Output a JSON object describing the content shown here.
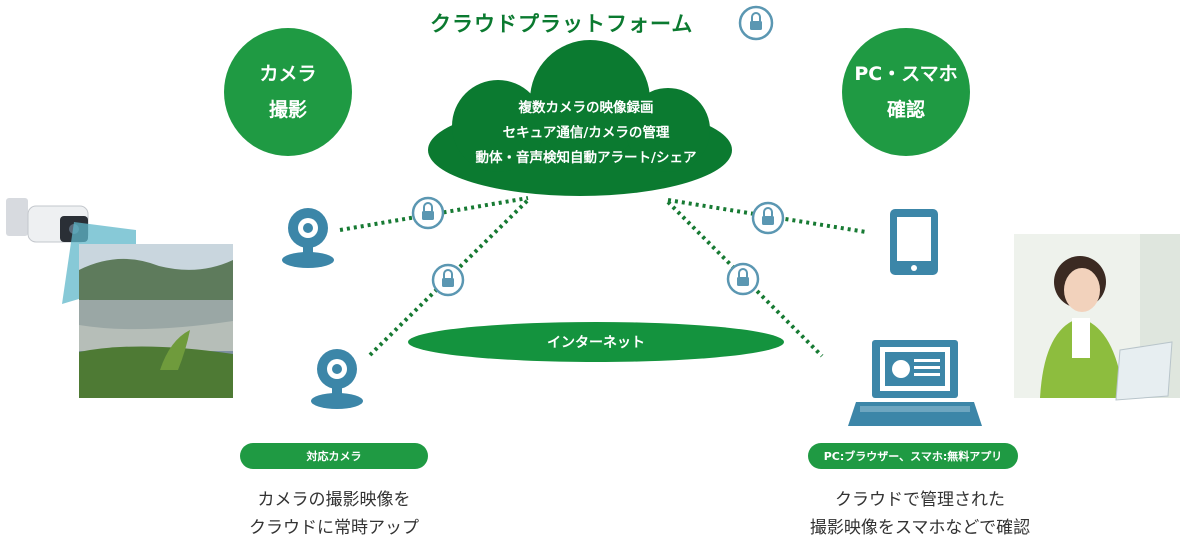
{
  "header": {
    "title": "クラウドプラットフォーム"
  },
  "camera_circle": {
    "line1": "カメラ",
    "line2": "撮影"
  },
  "pc_circle": {
    "line1": "PC・スマホ",
    "line2": "確認"
  },
  "cloud": {
    "lines": [
      "複数カメラの映像録画",
      "セキュア通信/カメラの管理",
      "動体・音声検知自動アラート/シェア"
    ]
  },
  "network": {
    "label": "インターネット"
  },
  "left_pill": {
    "label": "対応カメラ"
  },
  "right_pill": {
    "label": "PC:ブラウザー、スマホ:無料アプリ"
  },
  "left_caption": {
    "line1": "カメラの撮影映像を",
    "line2": "クラウドに常時アップ"
  },
  "right_caption": {
    "line1": "クラウドで管理された",
    "line2": "撮影映像をスマホなどで確認"
  },
  "icons": [
    "lock-icon",
    "webcam-icon",
    "tablet-icon",
    "laptop-icon",
    "security-camera-icon"
  ],
  "colors": {
    "primary_green": "#1f9a43",
    "dark_green": "#0b7a30",
    "icon_blue": "#3c86a8",
    "lock_ring": "#5b97b2"
  }
}
